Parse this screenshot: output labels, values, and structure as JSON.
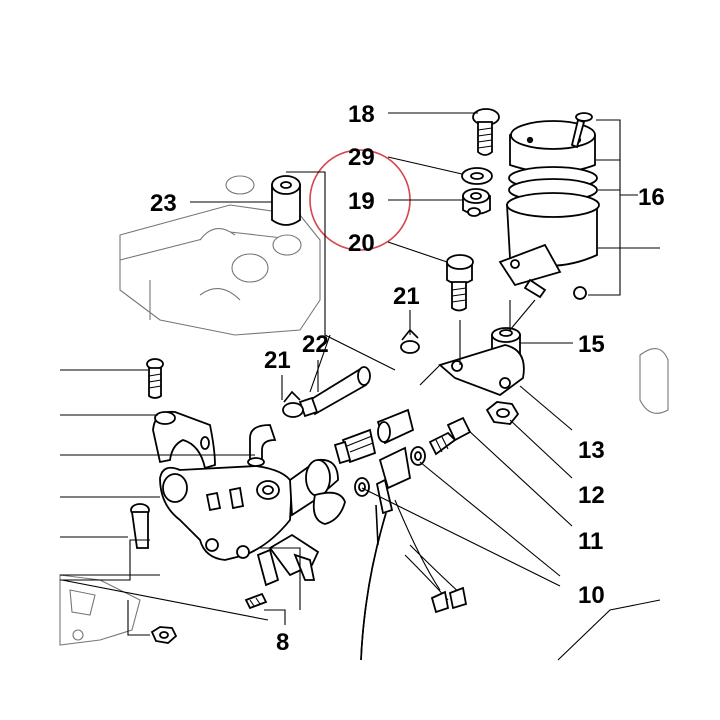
{
  "callouts": {
    "c18": "18",
    "c29": "29",
    "c19": "19",
    "c20": "20",
    "c23": "23",
    "c16": "16",
    "c21a": "21",
    "c21b": "21",
    "c22": "22",
    "c15": "15",
    "c13": "13",
    "c12": "12",
    "c11": "11",
    "c10": "10",
    "c8": "8"
  },
  "highlight": {
    "color": "#d9434d"
  }
}
